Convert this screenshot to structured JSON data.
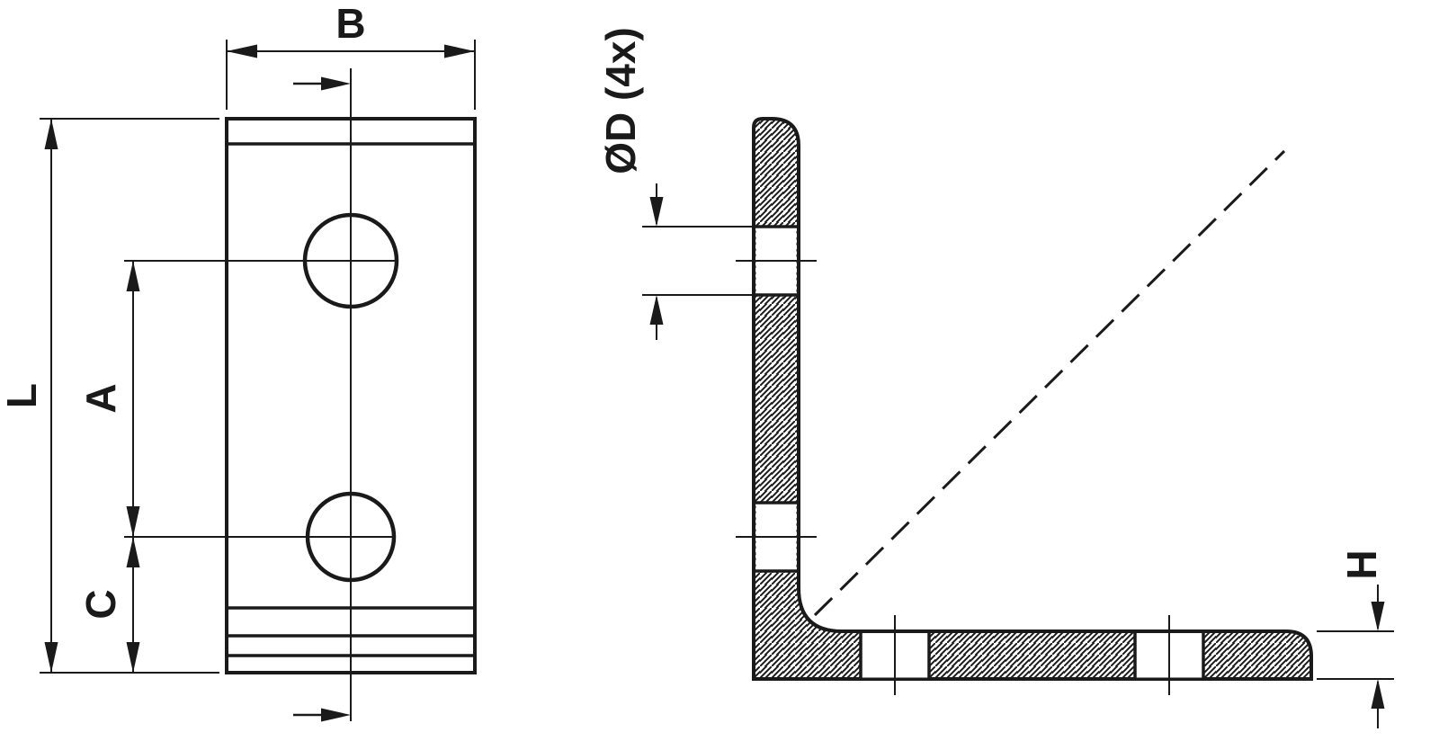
{
  "page": {
    "background": "#ffffff",
    "line_color": "#1a1a1a",
    "drawing_type": "angle-bracket-technical-drawing"
  },
  "dimensions": {
    "plate_width": {
      "label": "B"
    },
    "plate_length": {
      "label": "L"
    },
    "hole_spacing": {
      "label": "A"
    },
    "hole_edge_offset": {
      "label": "C"
    },
    "hole_diameter": {
      "label": "ØD (4x)"
    },
    "material_thickness": {
      "label": "H"
    }
  }
}
